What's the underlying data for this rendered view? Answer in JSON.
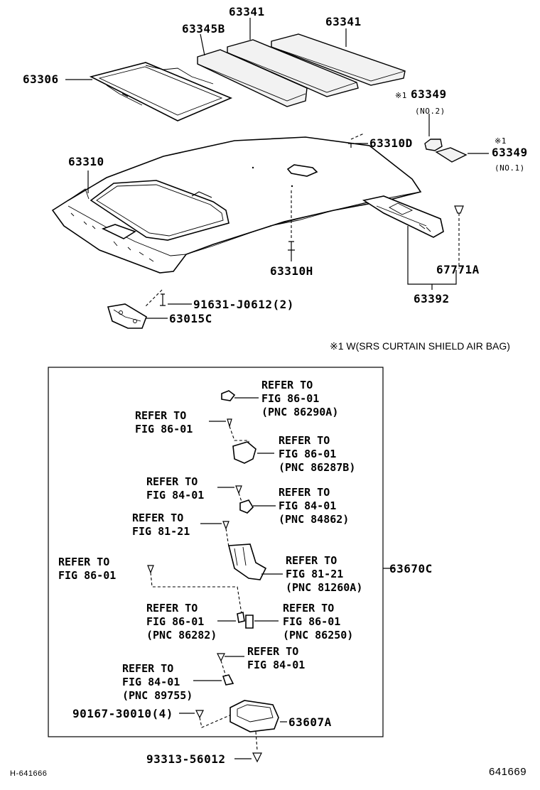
{
  "parts": {
    "p63341_a": "63341",
    "p63341_b": "63341",
    "p63345B": "63345B",
    "p63306": "63306",
    "p63349_no2_mark": "※1",
    "p63349_no2": "63349",
    "p63349_no2_sub": "(NO.2)",
    "p63310D": "63310D",
    "p63349_no1_mark": "※1",
    "p63349_no1": "63349",
    "p63349_no1_sub": "(NO.1)",
    "p63310": "63310",
    "p63310H": "63310H",
    "p67771A": "67771A",
    "p63392": "63392",
    "p91631": "91631-J0612(2)",
    "p63015C": "63015C",
    "p63670C": "63670C",
    "p90167": "90167-30010(4)",
    "p63607A": "63607A",
    "p93313": "93313-56012"
  },
  "footnote": "※1 W(SRS CURTAIN SHIELD AIR BAG)",
  "refs": {
    "r1": "REFER TO\nFIG 86-01\n(PNC 86290A)",
    "r2": "REFER TO\nFIG 86-01",
    "r3": "REFER TO\nFIG 86-01\n(PNC 86287B)",
    "r4": "REFER TO\nFIG 84-01",
    "r5": "REFER TO\nFIG 84-01\n(PNC 84862)",
    "r6": "REFER TO\nFIG 81-21",
    "r7": "REFER TO\nFIG 86-01",
    "r8": "REFER TO\nFIG 81-21\n(PNC 81260A)",
    "r9": "REFER TO\nFIG 86-01\n(PNC 86282)",
    "r10": "REFER TO\nFIG 86-01\n(PNC 86250)",
    "r11": "REFER TO\nFIG 84-01",
    "r12": "REFER TO\nFIG 84-01\n(PNC 89755)"
  },
  "corner_left": "H-641666",
  "corner_right": "641669"
}
